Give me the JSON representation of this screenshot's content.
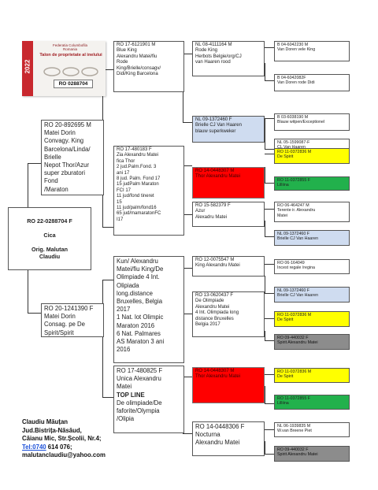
{
  "certificate": {
    "year": "2022",
    "header": "Federatia Columbofila\nRomania",
    "title": "Talon de proprietate al inelului",
    "subtitle": "Federatia Columbofila",
    "reg_no": "RO 0288704"
  },
  "root": "RO 22-0288704 F\n\nCica\n\nOrig. Malutan\nClaudiu",
  "sire": "RO 20-892695 M\nMatei Dorin\nConvagy. King\nBarcelona/Linda/\nBrielle\nNepot Thor/Azur\nsuper zburatori\nFond\n/Maraton",
  "dam": "RO 20-1241390 F\nMatei Dorin\nConsag. pe De\nSpirit/Spirit",
  "gen2": {
    "ss": "RO 17-6121901 M\nBlue King\nAlexandru Matei/fiu\nRode\nKing/Brielle/consagv/\nDidi/King Barcelona",
    "sd": "RO 17-480183 F\nZia Alexandru Matei\nfica Thor\n2 jud.Palm.Fond. 3\nani 17\n8 jud. Palm. Fond 17\n15 judPalm Maraton\nFCI 17\n11 jud/fond tineret\n15\n11 jud/palm/fond16\n65 jud/mamaratonFC\nI17",
    "ds": "Kun/ Alexandru\nMatei/fiu King/De\nOlimpiade 4 Int.\nOlipiada\nlong.distance\nBruxelles, Belgia\n2017\n1 Nat. lot Olimpic\nMaraton 2016\n6 Nat. Palmares\nAS Maraton 3 ani\n2016",
    "dd": "RO 17-480825 F\nUnica Alexandru\nMatei",
    "dd_topline": "TOP LINE",
    "dd_rest": "De olimpiade/De\nfaforite/Olympia\n/Olipia"
  },
  "gen3": [
    "NL 08-4111164 M\nRode King\nHerbots Belgie/org/CJ\nvan Haaren rood",
    "NL 09-1372460 F\nBrielle CJ Van Haaren\nblauw superkweker",
    "RO 14-0448307 M\nThor Alexandru Matei",
    "RO 15-582379 F\nAzur\nAlexadru Matei",
    "RO 12-0075547 M\nKing Alexandru Matei",
    "RO 13-0620437 F\nDe Olimpiade\nAlexandru Matei\n4 Int. Olimpiada long\ndistance Bruxelles\nBelgia 2017",
    "RO 14-0448307 M\nThor Alexandru Matei",
    "RO 14-0448306 F\nNocturna\nAlexandru Matei"
  ],
  "gen4": [
    "B 04-6042230 M\nVan Doren vele  King",
    "B 04-6042082F\nVan Doren rode Didi",
    "B 03-6038190 M\nBlauw witpen/Exceptionel",
    "NL 05-1599087-F\nCL Van Haaren",
    "RO 11-0372836 M\nDe Spirit",
    "RO 11-0372855 F\nLilliina",
    "RO 06-464247 M\nTerente ir. Alexandru\nMatei",
    "NL 09-1372460 F\nBrielle CJ Van Haaren",
    "RO 06-164049\nIncest regale /regina",
    "NL 09-1372460 F\nBrielle CJ Van Haaren",
    "RO 11-0372836 M\nDe Spirit",
    "RO 09-440032 F\nSpirit Alexandru Matei",
    "RO 11-0372836 M\nDe Spirit",
    "RO 11-0372855 F\nLilliina",
    "NL 06-1939835 M\nW.van Breene Piet",
    "RO 09-440032 F\nSpirit Alexandru Matei"
  ],
  "owner": {
    "name": "Claudiu Măuțan",
    "address1": "Jud.Bistrița-Năsăud,",
    "address2": "Căianu Mic, Str.Școlii, Nr.4;",
    "phone_label": "Tel:0740",
    "phone_rest": " 614 076;",
    "email": "malutanclaudiu@yahoo.com"
  },
  "colors": {
    "red": "#ff0000",
    "yellow": "#ffff00",
    "green": "#22b14c",
    "blue": "#cfdcf0",
    "gray": "#8c8c8c"
  }
}
